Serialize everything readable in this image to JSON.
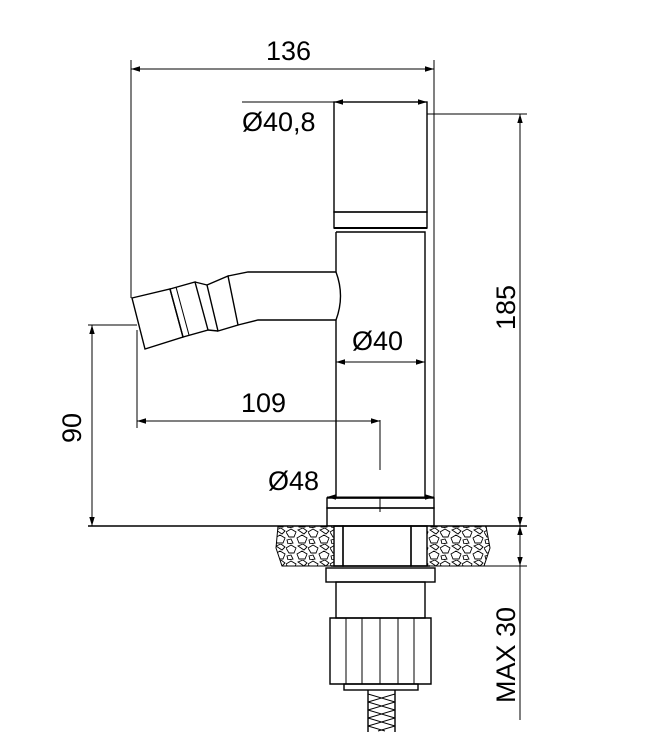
{
  "dimensions": {
    "overall_width": "136",
    "handle_diameter": "Ø40,8",
    "total_height": "185",
    "body_diameter": "Ø40",
    "spout_reach": "109",
    "spout_height": "90",
    "base_diameter": "Ø48",
    "max_thickness": "MAX 30"
  }
}
